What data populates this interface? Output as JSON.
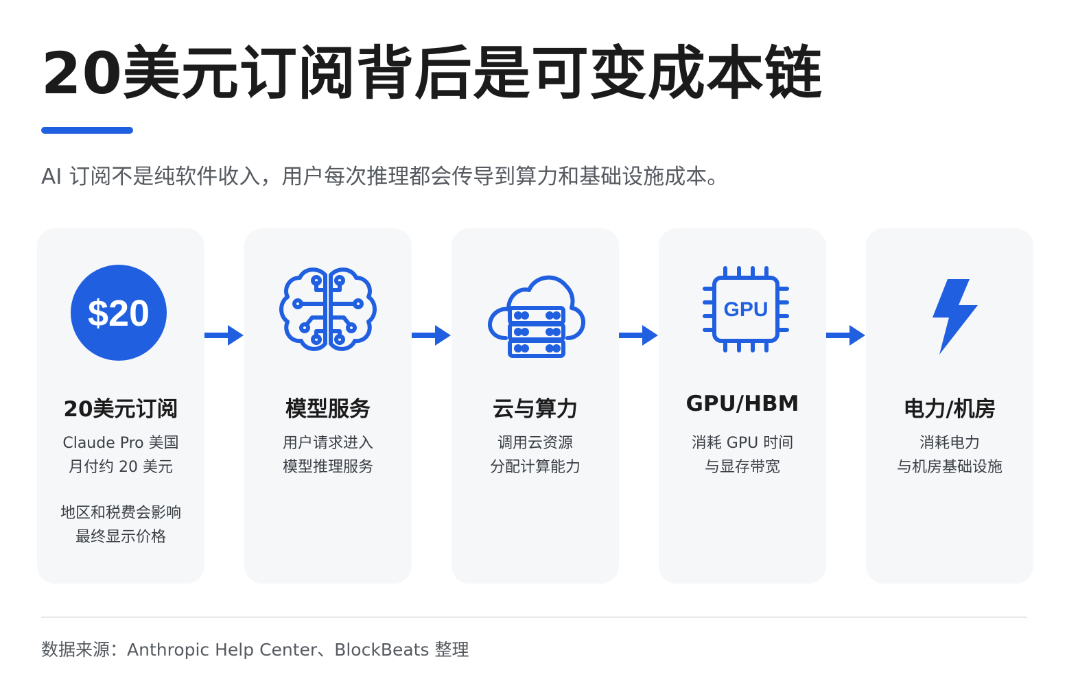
{
  "title": "20美元订阅背后是可变成本链",
  "subtitle": "AI 订阅不是纯软件收入，用户每次推理都会传导到算力和基础设施成本。",
  "accent_color": "#1f5fe0",
  "steps": [
    {
      "icon": "dollar-badge-icon",
      "badge_text": "$20",
      "title": "20美元订阅",
      "lines": [
        "Claude Pro 美国",
        "月付约 20 美元"
      ],
      "note_lines": [
        "地区和税费会影响",
        "最终显示价格"
      ]
    },
    {
      "icon": "brain-circuit-icon",
      "title": "模型服务",
      "lines": [
        "用户请求进入",
        "模型推理服务"
      ]
    },
    {
      "icon": "cloud-server-icon",
      "title": "云与算力",
      "lines": [
        "调用云资源",
        "分配计算能力"
      ]
    },
    {
      "icon": "gpu-chip-icon",
      "chip_text": "GPU",
      "title": "GPU/HBM",
      "lines": [
        "消耗 GPU 时间",
        "与显存带宽"
      ]
    },
    {
      "icon": "lightning-bolt-icon",
      "title": "电力/机房",
      "lines": [
        "消耗电力",
        "与机房基础设施"
      ]
    }
  ],
  "source": "数据来源：Anthropic Help Center、BlockBeats 整理"
}
